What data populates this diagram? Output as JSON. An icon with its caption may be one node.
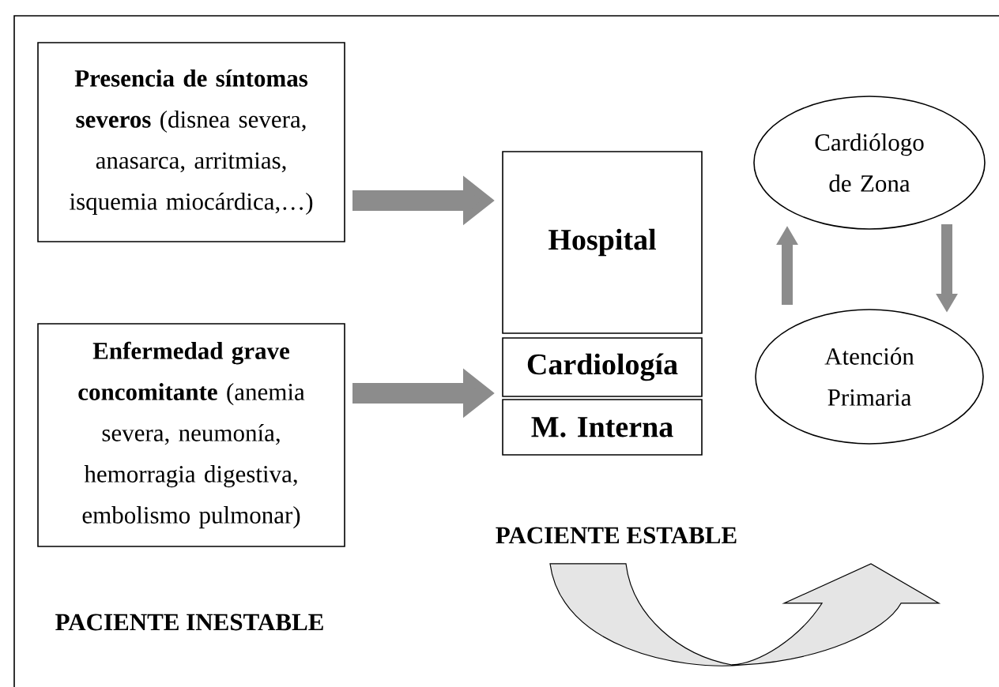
{
  "diagram": {
    "nodes": [
      {
        "text": [
          "**Presencia de síntomas severos** (disnea severa, anasarca, arritmias, isquemia miocárdica,…)"
        ]
      },
      {
        "text": [
          "**Enfermedad grave concomitante** (anemia severa, neumonía, hemorragia digestiva, embolismo pulmonar)"
        ]
      },
      {
        "text": [
          "Hospital"
        ]
      },
      {
        "text": [
          "Cardiología"
        ]
      },
      {
        "text": [
          "M. Interna"
        ]
      },
      {
        "text": [
          "Cardiólogo de Zona"
        ]
      },
      {
        "text": [
          "Atención Primaria"
        ]
      }
    ],
    "edges": [
      {
        "from": 0,
        "to": 2,
        "arrow": "to",
        "style": "thick"
      },
      {
        "from": 1,
        "to": 3,
        "arrow": "to",
        "style": "thick"
      },
      {
        "from": 6,
        "to": 5,
        "arrow": "to"
      },
      {
        "from": 5,
        "to": 6,
        "arrow": "to"
      }
    ],
    "labels": [
      "PACIENTE ESTABLE",
      "PACIENTE INESTABLE"
    ]
  }
}
